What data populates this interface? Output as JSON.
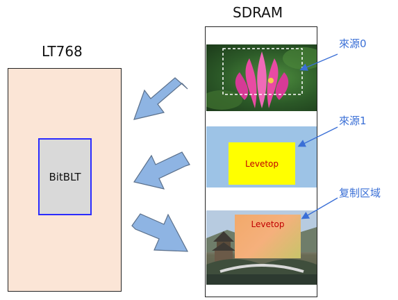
{
  "titles": {
    "lt768": "LT768",
    "sdram": "SDRAM"
  },
  "lt768_box": {
    "bitblt_label": "BitBLT"
  },
  "sdram_blocks": {
    "source0_label": "來源0",
    "source1_label": "來源1",
    "copy_region_label": "复制区域",
    "source1_text": "Levetop",
    "copy_region_text": "Levetop"
  },
  "colors": {
    "lt768_fill": "#fbe5d6",
    "bitblt_border": "#2b2bff",
    "arrow_fill": "#8eb4e3",
    "label_color": "#3a6fd6",
    "levetop_text": "#c00000",
    "source1_band": "#9dc3e6",
    "source1_box": "#ffff00"
  }
}
